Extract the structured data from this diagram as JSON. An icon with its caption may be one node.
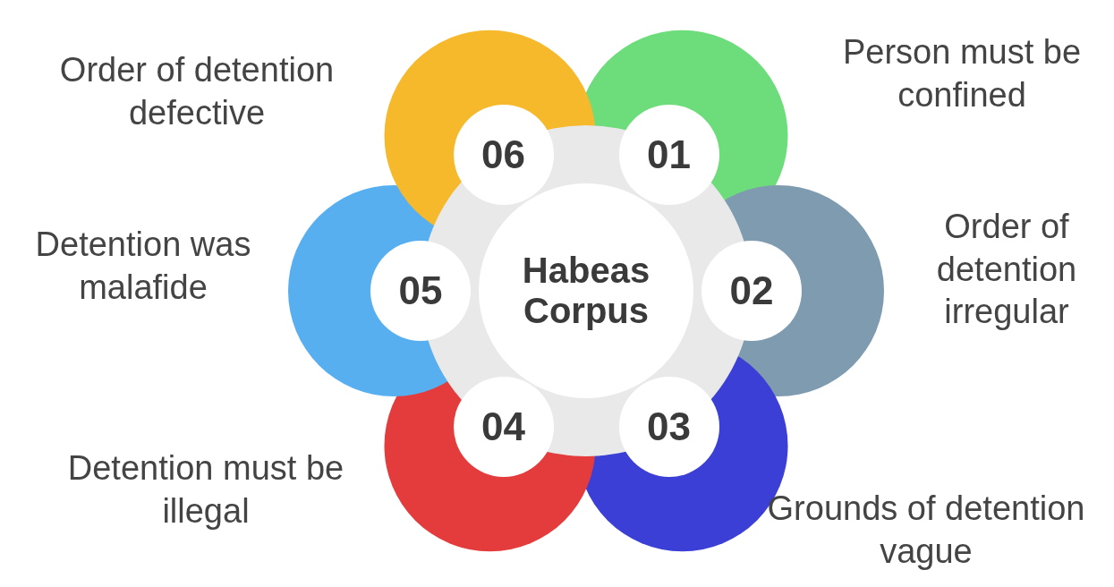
{
  "diagram": {
    "nodes": [
      {
        "text": [
          "Habeas Corpus"
        ]
      },
      {
        "text": [
          "01"
        ],
        "beside": [
          "Person must be confined"
        ]
      },
      {
        "text": [
          "02"
        ],
        "beside": [
          "Order of detention irregular"
        ]
      },
      {
        "text": [
          "03"
        ],
        "beside": [
          "Grounds of detention vague"
        ]
      },
      {
        "text": [
          "04"
        ],
        "beside": [
          "Detention must be illegal"
        ]
      },
      {
        "text": [
          "05"
        ],
        "beside": [
          "Detention was malafide"
        ]
      },
      {
        "text": [
          "06"
        ],
        "beside": [
          "Order of detention defective"
        ]
      }
    ],
    "edges": []
  }
}
